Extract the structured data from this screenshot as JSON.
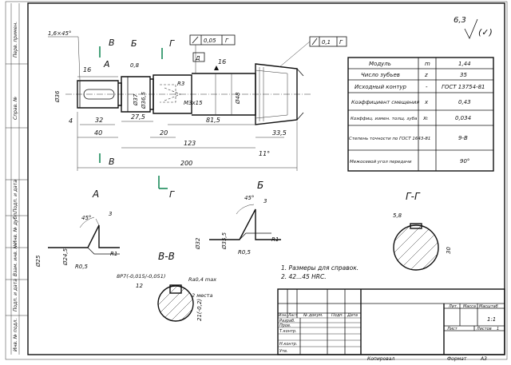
{
  "roughness": {
    "value": "6,3",
    "symbol": "(✓)"
  },
  "dims": {
    "chamfer": "1,6×45°",
    "len_200": "200",
    "len_123": "123",
    "len_81_5": "81,5",
    "len_40": "40",
    "len_32": "32",
    "len_27_5": "27,5",
    "len_20": "20",
    "len_33_5": "33,5",
    "len_4": "4",
    "len_16a": "16",
    "len_16b": "16",
    "len_0_8": "0,8",
    "r3": "R3",
    "thread": "M3x15",
    "angle_11": "11°",
    "d36": "Ø36",
    "d36_5": "Ø36,5",
    "d37": "Ø37",
    "d48": "Ø48",
    "tol_runout": "0,05",
    "tol_runout_base": "Г",
    "tol_flat": "0,1",
    "tol_flat_base": "Г",
    "base_d": "Д"
  },
  "section_marks": {
    "b": "Б",
    "v": "В",
    "g": "Г",
    "a": "А"
  },
  "table": {
    "rows": [
      {
        "name": "Модуль",
        "sym": "m",
        "val": "1,44"
      },
      {
        "name": "Число зубьев",
        "sym": "z",
        "val": "35"
      },
      {
        "name": "Исходный контур",
        "sym": "-",
        "val": "ГОСТ 13754-81"
      },
      {
        "name": "Коэффициент смещения",
        "sym": "x",
        "val": "0,43"
      },
      {
        "name": "Коэффиц. измен. толщ. зуба",
        "sym": "xₜ",
        "val": "0,034"
      },
      {
        "name": "Степень точности по ГОСТ 1643-81",
        "sym": "-",
        "val": "9-В"
      },
      {
        "name": "Межосевой угол передачи",
        "sym": "",
        "val": "90°"
      }
    ]
  },
  "detail_a": {
    "title": "А",
    "angle": "45°",
    "dim3": "3",
    "r1": "R1",
    "d24_5": "Ø24,5",
    "d25": "Ø25",
    "r0_5": "R0,5"
  },
  "detail_b": {
    "title": "Б",
    "angle": "45°",
    "dim3": "3",
    "d32": "Ø32",
    "d35_5": "Ø35,5",
    "r0_5": "R0,5",
    "r1": "R1"
  },
  "section_vv": {
    "title": "В-В",
    "fit": "8P7(-0,015/-0,051)",
    "dim12": "12",
    "rough": "Ra0,4 max",
    "rough2": "2 места",
    "dim21": "21(-0,2)"
  },
  "section_gg": {
    "title": "Г-Г",
    "dim5": "5,8",
    "dim30": "30"
  },
  "notes": [
    "1. Размеры для справок.",
    "2. 42...45 HRC."
  ],
  "title_block": {
    "hdr_izm": "Изм.",
    "hdr_list": "Лист",
    "hdr_doc": "№ докум.",
    "hdr_podp": "Подп.",
    "hdr_data": "Дата",
    "razrab": "Разраб.",
    "prov": "Пров.",
    "tkontr": "Т.контр.",
    "nkontr": "Н.контр.",
    "utv": "Утв.",
    "lit": "Лит.",
    "massa": "Масса",
    "masshtab": "Масштаб",
    "scale_val": "1:1",
    "list": "Лист",
    "listov": "Листов",
    "listov_val": "1",
    "kopiroval": "Копировал",
    "format": "Формат",
    "format_val": "А3"
  },
  "left_strip": [
    "Перв. примен.",
    "Справ. №",
    "Подп. и дата",
    "Инв. № дубл.",
    "Взам. инв. №",
    "Подп. и дата",
    "Инв. № подл."
  ]
}
